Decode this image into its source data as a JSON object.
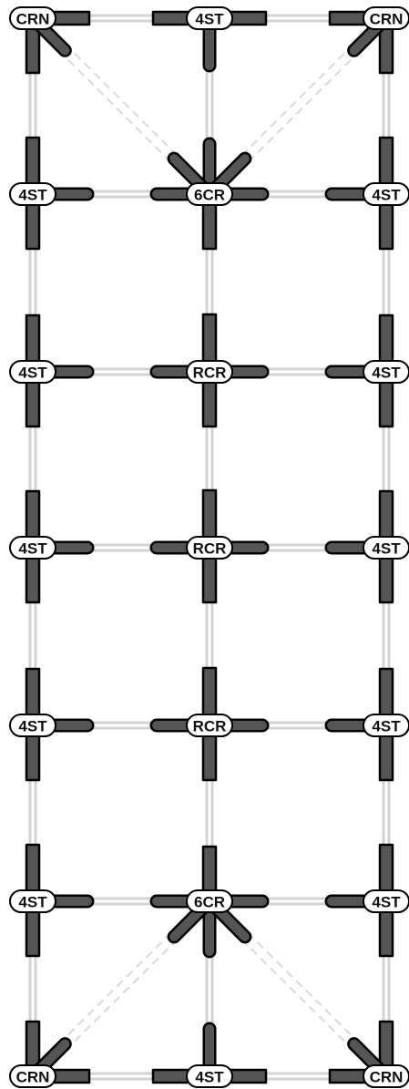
{
  "grid": {
    "rows": [
      [
        "CRN",
        "4ST",
        "CRN"
      ],
      [
        "4ST",
        "6CR",
        "4ST"
      ],
      [
        "4ST",
        "RCR",
        "4ST"
      ],
      [
        "4ST",
        "RCR",
        "4ST"
      ],
      [
        "4ST",
        "RCR",
        "4ST"
      ],
      [
        "4ST",
        "6CR",
        "4ST"
      ],
      [
        "CRN",
        "4ST",
        "CRN"
      ]
    ]
  },
  "colors": {
    "strut_fill": "#555555",
    "strut_outline": "#000000",
    "beam": "#d3d3d3",
    "brace": "#d8d8d8",
    "label_bg": "#ffffff"
  }
}
